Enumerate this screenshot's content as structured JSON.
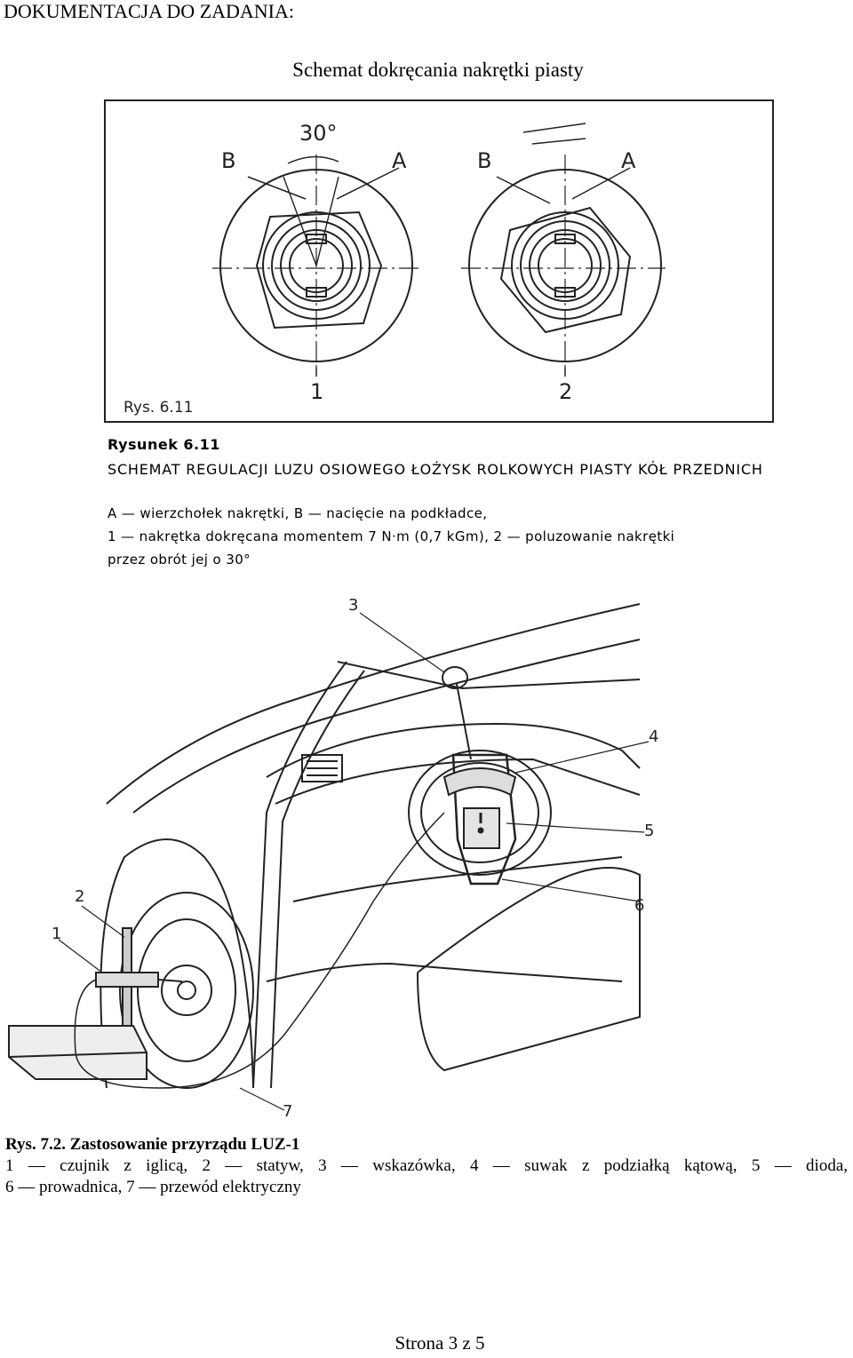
{
  "header": {
    "label": "DOKUMENTACJA DO ZADANIA:",
    "title": "Schemat dokręcania nakrętki piasty"
  },
  "figure1": {
    "angle_label": "30°",
    "left_labels": {
      "b": "B",
      "a": "A"
    },
    "right_labels": {
      "b": "B",
      "a": "A"
    },
    "callout_1": "1",
    "callout_2": "2",
    "fig_ref": "Rys. 6.11"
  },
  "caption1": {
    "label": "Rysunek 6.11",
    "title": "SCHEMAT REGULACJI LUZU OSIOWEGO ŁOŻYSK ROLKOWYCH PIASTY KÓŁ PRZEDNICH",
    "line1": "A — wierzchołek nakrętki, B — nacięcie na podkładce,",
    "line2": "1 — nakrętka dokręcana momentem 7 N·m (0,7 kGm), 2 — poluzowanie nakrętki",
    "line3": "przez obrót jej o 30°"
  },
  "figure2": {
    "callouts": [
      "1",
      "2",
      "3",
      "4",
      "5",
      "6",
      "7"
    ]
  },
  "caption2": {
    "title_bold": "Rys. 7.2. Zastosowanie przyrządu",
    "title_tool": "LUZ-1",
    "line1": "1 — czujnik z iglicą, 2 — statyw, 3 — wskazówka, 4 — suwak z podziałką kątową, 5 — dioda,",
    "line2": "6 — prowadnica, 7 — przewód elektryczny"
  },
  "footer": {
    "page": "Strona 3 z 5"
  }
}
